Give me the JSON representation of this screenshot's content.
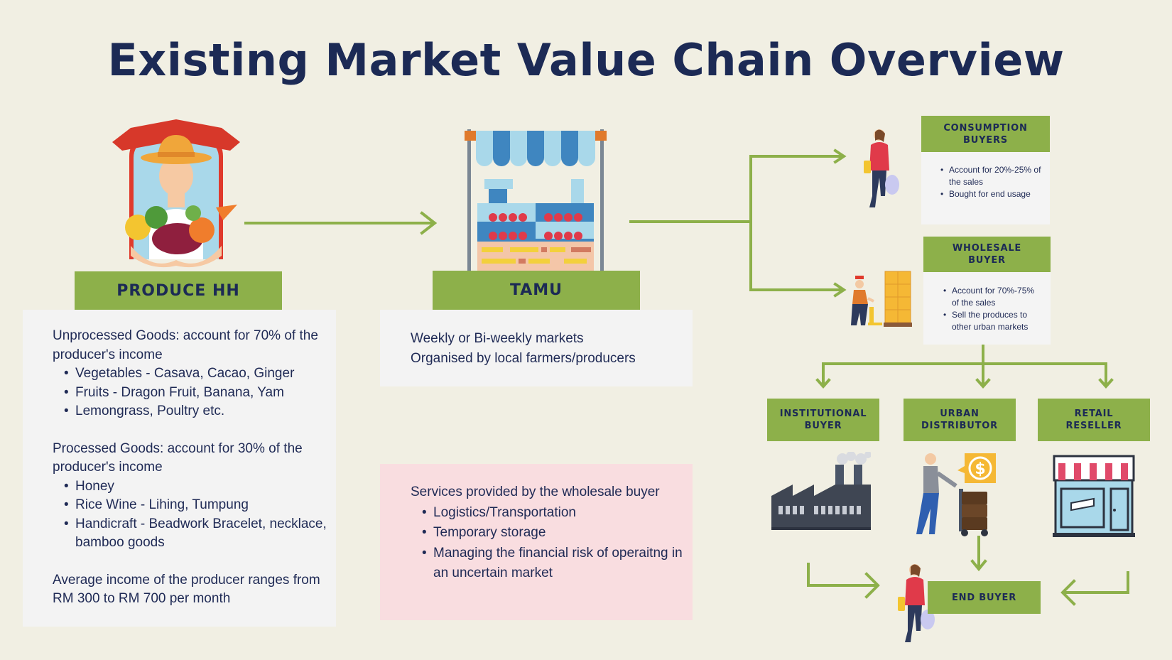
{
  "title": "Existing Market Value Chain Overview",
  "produce": {
    "label": "PRODUCE HH",
    "unprocessed_heading": "Unprocessed Goods: account for 70% of the producer's income",
    "unprocessed_items": [
      "Vegetables - Casava, Cacao, Ginger",
      "Fruits - Dragon Fruit, Banana, Yam",
      "Lemongrass, Poultry etc."
    ],
    "processed_heading": "Processed Goods: account for 30% of the producer's income",
    "processed_items": [
      "Honey",
      "Rice Wine - Lihing, Tumpung",
      "Handicraft - Beadwork Bracelet, necklace, bamboo goods"
    ],
    "income_note": "Average income of the producer ranges from RM 300 to RM 700 per month"
  },
  "tamu": {
    "label": "TAMU",
    "lines": [
      "Weekly or Bi-weekly markets",
      "Organised by local farmers/producers"
    ]
  },
  "services": {
    "heading": "Services provided by the wholesale buyer",
    "items": [
      "Logistics/Transportation",
      "Temporary storage",
      "Managing the financial risk of operaitng in an uncertain market"
    ]
  },
  "consumption": {
    "label_line1": "CONSUMPTION",
    "label_line2": "BUYERS",
    "items": [
      "Account for 20%-25% of the sales",
      "Bought for end usage"
    ]
  },
  "wholesale": {
    "label_line1": "WHOLESALE",
    "label_line2": "BUYER",
    "items": [
      "Account for 70%-75% of the sales",
      "Sell the produces to other urban markets"
    ]
  },
  "downstream": [
    {
      "line1": "INSTITUTIONAL",
      "line2": "BUYER",
      "icon": "factory-icon"
    },
    {
      "line1": "URBAN",
      "line2": "DISTRIBUTOR",
      "icon": "distributor-icon"
    },
    {
      "line1": "RETAIL",
      "line2": "RESELLER",
      "icon": "storefront-icon"
    }
  ],
  "end_buyer": "END BUYER",
  "colors": {
    "background": "#f1efe3",
    "accent_green": "#8db04a",
    "arrow_green": "#8db04a",
    "navy": "#1c2a55",
    "panel_grey": "#f3f3f3",
    "panel_pink": "#f9dde0"
  }
}
